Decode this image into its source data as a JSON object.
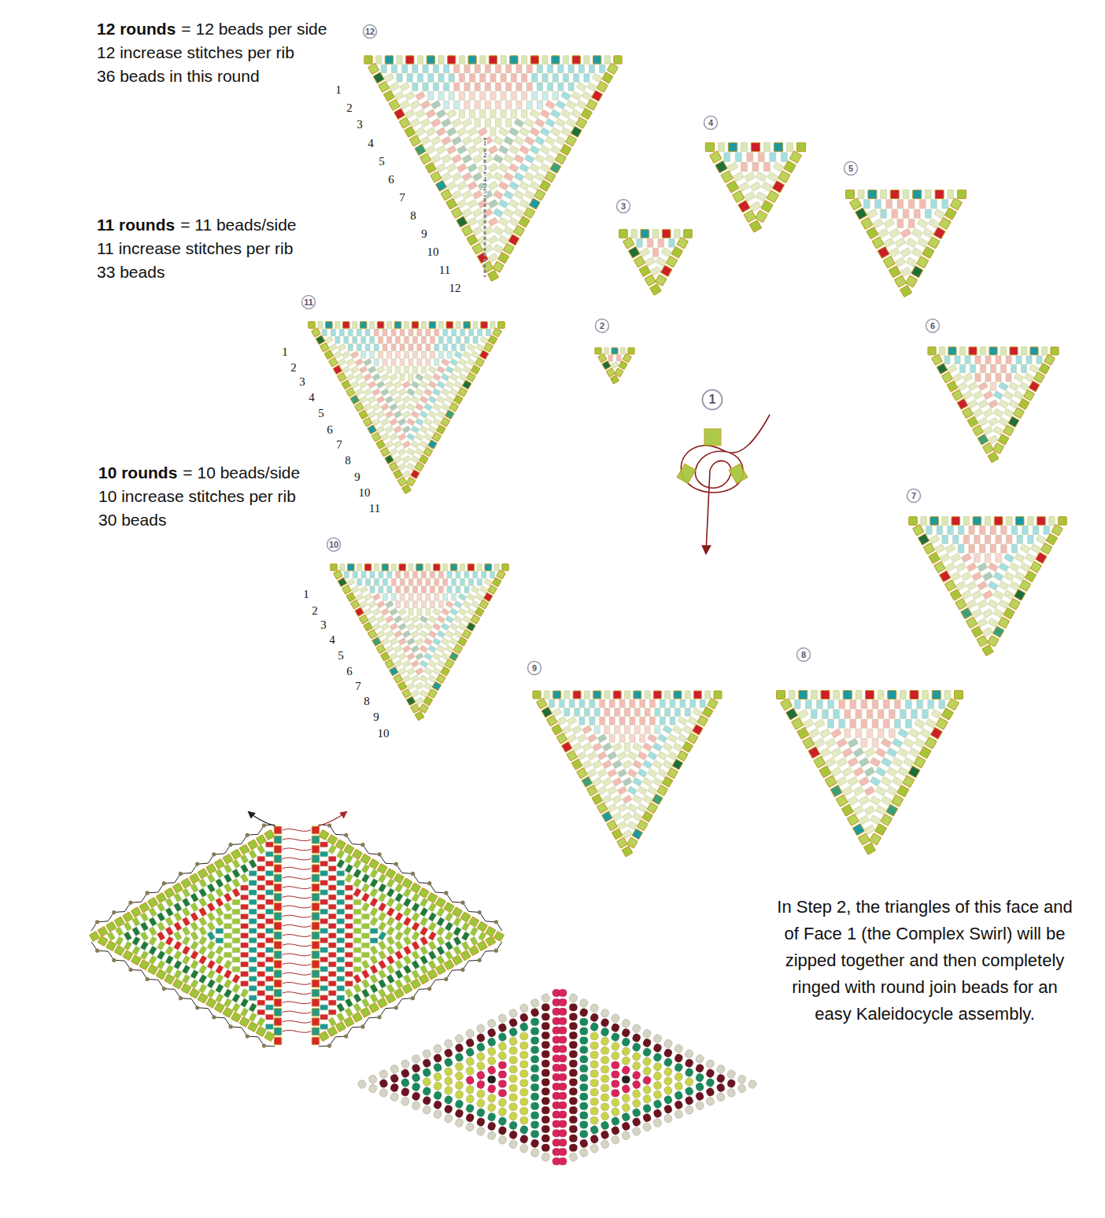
{
  "diagram": {
    "nodes": [
      {
        "text": [
          "12"
        ]
      },
      {
        "text": [
          "4"
        ]
      },
      {
        "text": [
          "5"
        ]
      },
      {
        "text": [
          "3"
        ]
      },
      {
        "text": [
          "11"
        ]
      },
      {
        "text": [
          "2"
        ]
      },
      {
        "text": [
          "6"
        ]
      },
      {
        "text": [
          "1"
        ]
      },
      {
        "text": [
          "7"
        ]
      },
      {
        "text": [
          "10"
        ]
      },
      {
        "text": [
          "8"
        ]
      },
      {
        "text": [
          "9"
        ]
      }
    ],
    "labels": [
      "12 rounds",
      "= 12 beads per side",
      "12 increase stitches per rib",
      "36 beads in this round",
      "1",
      "2",
      "3",
      "4",
      "5",
      "6",
      "7",
      "8",
      "9",
      "10",
      "11",
      "12",
      "1",
      "2",
      "3",
      "4",
      "5",
      "11 rounds",
      "= 11 beads/side",
      "11 increase stitches per rib",
      "33 beads",
      "1",
      "2",
      "3",
      "4",
      "5",
      "6",
      "7",
      "8",
      "9",
      "10",
      "11",
      "10 rounds",
      "= 10 beads/side",
      "10 increase stitches per rib",
      "30 beads",
      "1",
      "2",
      "3",
      "4",
      "5",
      "6",
      "7",
      "8",
      "9",
      "10",
      "In Step 2, the triangles of this face and of Face 1 (the Complex Swirl) will be zipped together and then completely ringed with round join beads for an easy Kaleidocycle assembly."
    ]
  }
}
